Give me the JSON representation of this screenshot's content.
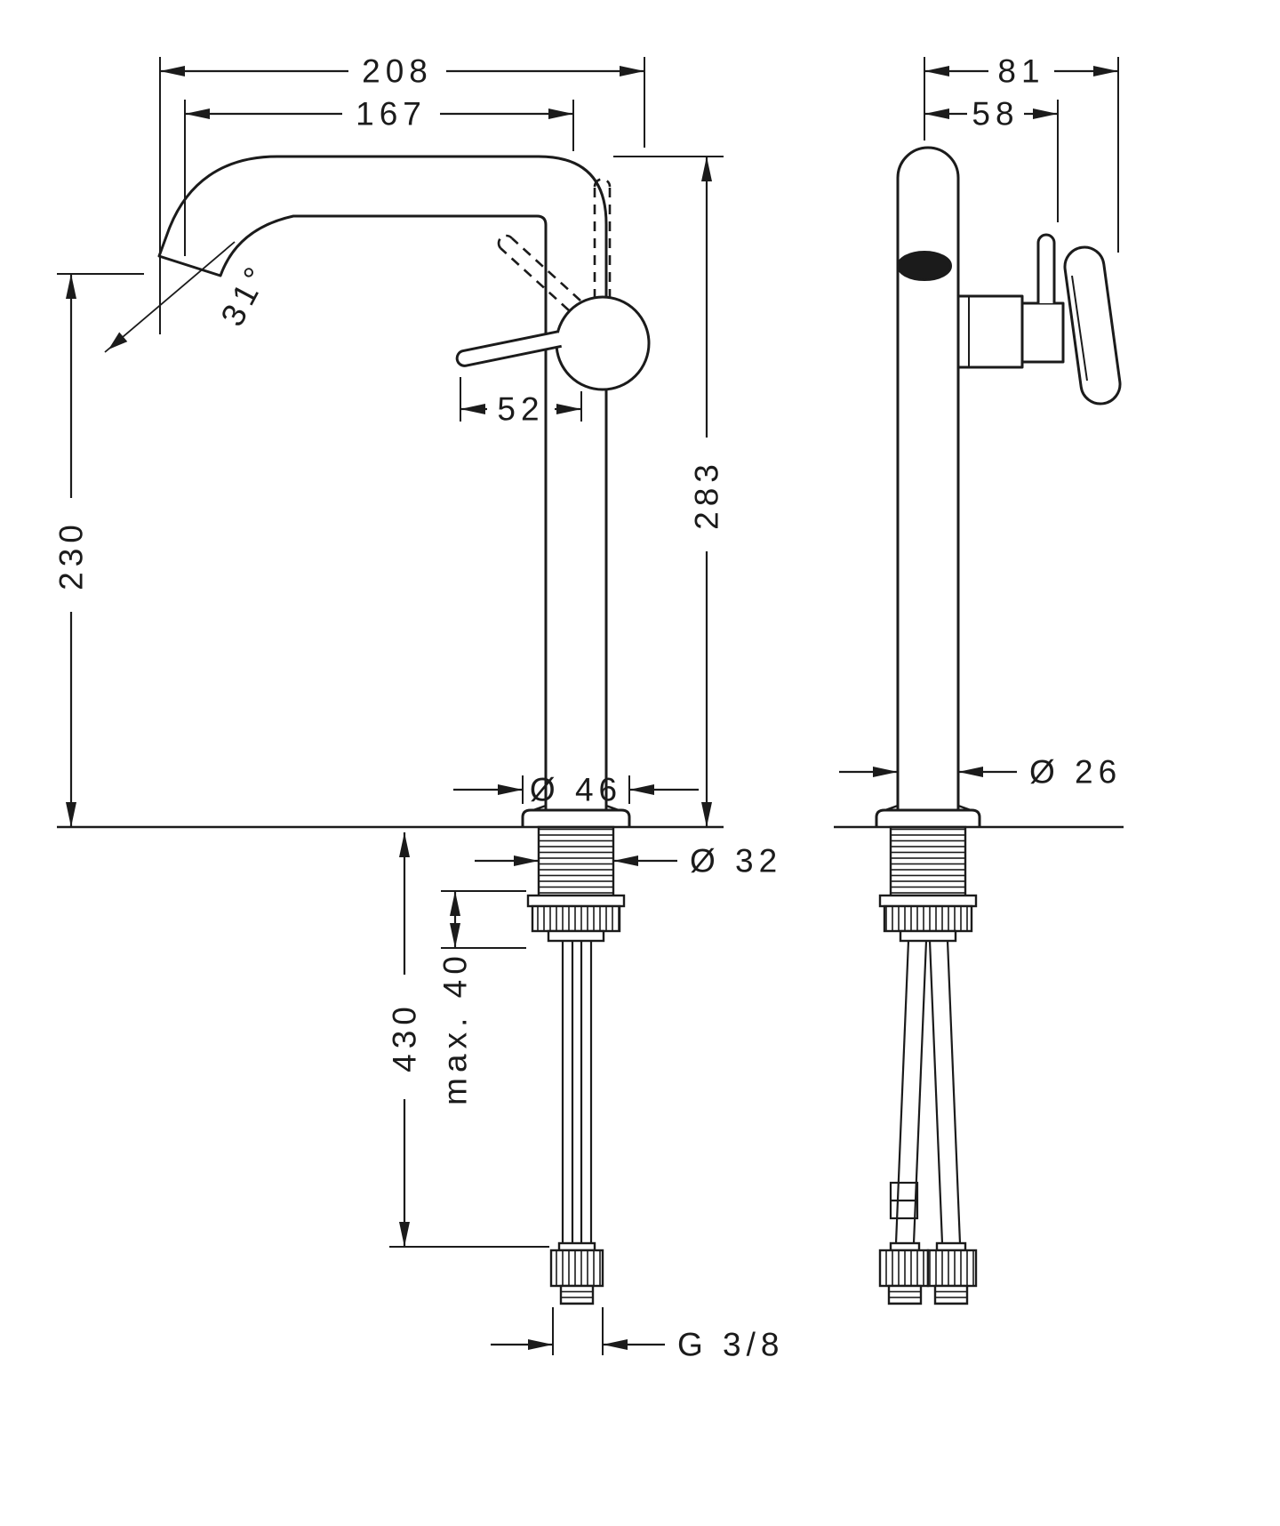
{
  "drawing": {
    "side": {
      "total_projection": "208",
      "spout_reach": "167",
      "spout_angle": "31°",
      "lever_projection": "52",
      "outlet_height": "230",
      "overall_height": "283",
      "base_diameter": "Ø 46",
      "shank_diameter": "Ø 32",
      "hose_length": "430",
      "max_mounting_thickness": "max. 40",
      "connection_thread": "G 3/8"
    },
    "front": {
      "overall_depth": "81",
      "lever_depth": "58",
      "body_diameter": "Ø 26"
    },
    "colors": {
      "line": "#1b1b1b",
      "background": "#ffffff"
    }
  }
}
